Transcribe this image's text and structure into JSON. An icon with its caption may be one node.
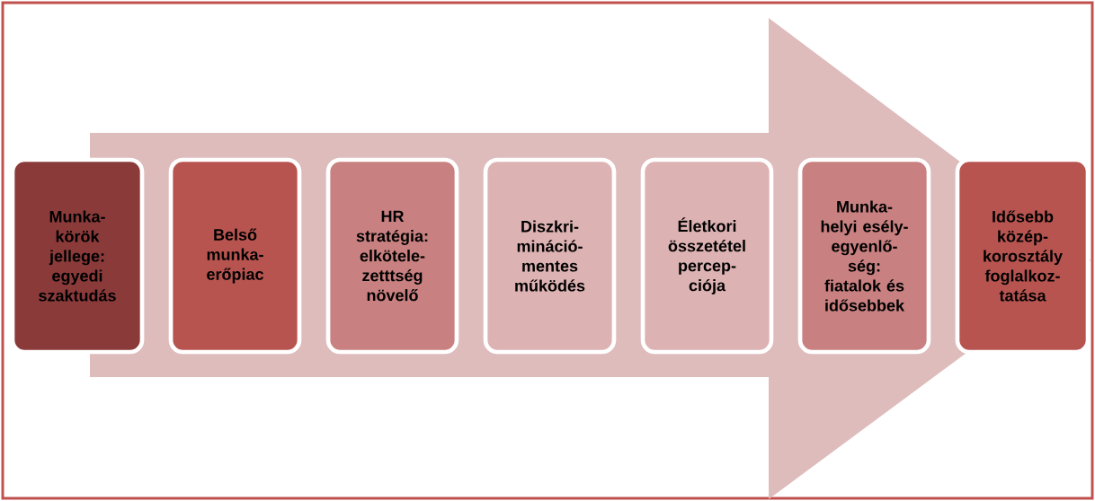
{
  "diagram": {
    "nodes": [
      {
        "text": [
          "Munka- körök jellege: egyedi szaktudás"
        ]
      },
      {
        "text": [
          "Belső munka- erőpiac"
        ]
      },
      {
        "text": [
          "HR stratégia: elkötele- zetttség növelő"
        ]
      },
      {
        "text": [
          "Diszkri- mináció- mentes működés"
        ]
      },
      {
        "text": [
          "Életkori összetétel percep- ciója"
        ]
      },
      {
        "text": [
          "Munka- helyi esély- egyenlő- ség: fiatalok és idősebbek"
        ]
      },
      {
        "text": [
          "Idősebb közép- korosztály foglalkoz- tatása"
        ]
      }
    ],
    "edges": [
      {
        "from": 0,
        "to": 6,
        "arrow": "to"
      }
    ]
  }
}
